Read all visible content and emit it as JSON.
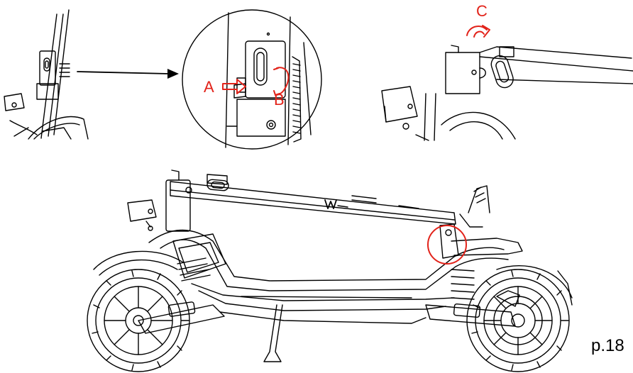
{
  "labels": {
    "a": "A",
    "b": "B",
    "c": "C"
  },
  "page_number": "p.18",
  "colors": {
    "annotation": "#e2231a",
    "line": "#000000",
    "background": "#ffffff"
  }
}
